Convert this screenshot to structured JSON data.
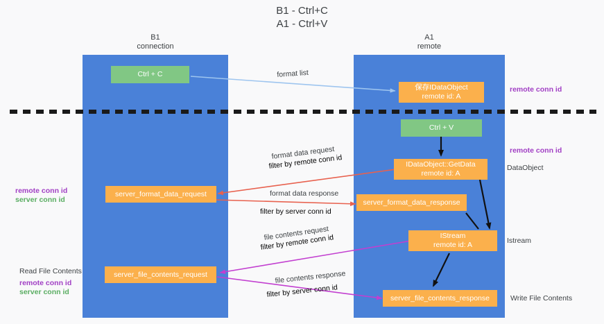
{
  "title": {
    "line1": "B1 - Ctrl+C",
    "line2": "A1 - Ctrl+V"
  },
  "columns": [
    {
      "name": "B1",
      "sub": "connection"
    },
    {
      "name": "A1",
      "sub": "remote"
    }
  ],
  "boxes": {
    "ctrl_c": "Ctrl + C",
    "ctrl_v": "Ctrl + V",
    "data_object_remote": {
      "line1": "保存IDataObject",
      "line2": "remote id: A"
    },
    "get_data": {
      "line1": "IDataObject::GetData",
      "line2": "remote id: A"
    },
    "istream": {
      "line1": "IStream",
      "line2": "remote id: A"
    },
    "server_format_data_request": "server_format_data_request",
    "server_format_data_response": "server_format_data_response",
    "server_file_contents_request": "server_file_contents_request",
    "server_file_contents_response": "server_file_contents_response"
  },
  "arrow_labels": {
    "format_list": "format list",
    "format_data_request": "format data request",
    "format_data_request_filter_prefix": "filter by ",
    "format_data_request_filter_key": "remote conn id",
    "format_data_response": "format data response",
    "format_data_response_filter_prefix": "filter by ",
    "format_data_response_filter_key": "server conn id",
    "file_contents_request": "file contents request",
    "file_contents_request_filter_prefix": "filter by ",
    "file_contents_request_filter_key": "remote conn id",
    "file_contents_response": "file contents response",
    "file_contents_response_filter_prefix": "filter by ",
    "file_contents_response_filter_key": "server conn id"
  },
  "side_notes": {
    "right_remote_conn_id_top": "remote conn id",
    "right_remote_conn_id_mid": "remote conn id",
    "right_data_object": "DataObject",
    "right_istream": "Istream",
    "right_write_file_contents": "Write File Contents",
    "left_remote_conn_id_mid": "remote conn id",
    "left_server_conn_id_mid": "server conn id",
    "left_read_file_contents": "Read File Contents",
    "left_remote_conn_id_bottom": "remote conn id",
    "left_server_conn_id_bottom": "server conn id"
  },
  "colors": {
    "lane": "#4a81d8",
    "green_box": "#81c784",
    "orange_box": "#fbb04c",
    "purple_text": "#a13fc4",
    "green_text": "#5aad62",
    "arrow_blue": "#9ec5ef",
    "arrow_red": "#e8614e",
    "arrow_magenta": "#c23fd0",
    "arrow_black": "#111111",
    "divider": "#1a1a1a",
    "background": "#f9f9fa"
  }
}
